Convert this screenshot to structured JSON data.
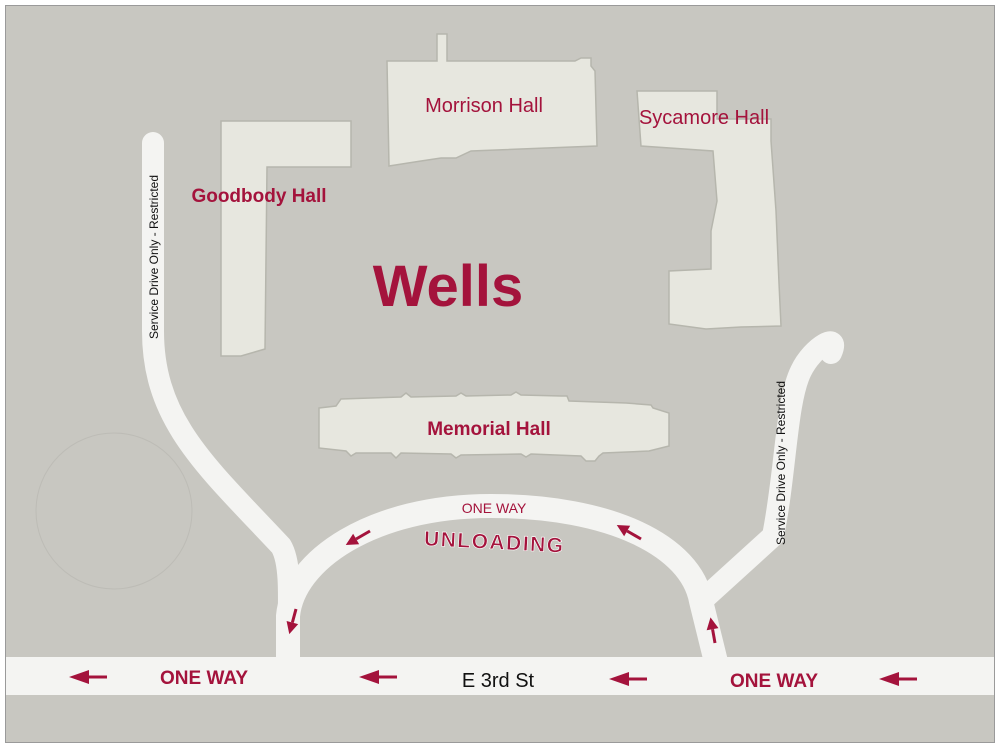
{
  "campus": {
    "name": "Wells"
  },
  "buildings": {
    "morrison": "Morrison Hall",
    "sycamore": "Sycamore Hall",
    "goodbody": "Goodbody Hall",
    "memorial": "Memorial Hall"
  },
  "roads": {
    "street": "E 3rd St",
    "one_way_left": "ONE WAY",
    "one_way_right": "ONE WAY",
    "one_way_loop": "ONE WAY",
    "unloading": "UNLOADING",
    "service_left": "Service Drive Only - Restricted",
    "service_right": "Service Drive Only - Restricted"
  },
  "colors": {
    "background": "#c8c7c1",
    "building": "#e7e7df",
    "road": "#f4f4f2",
    "accent": "#a4133c"
  }
}
